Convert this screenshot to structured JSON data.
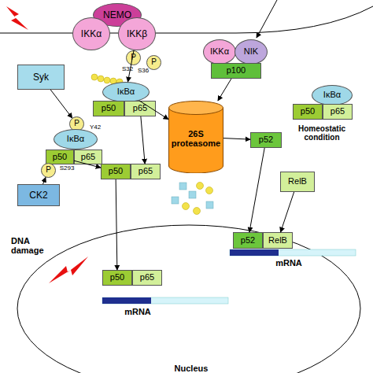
{
  "diagram": {
    "nodes": [
      {
        "text": [
          "NEMO"
        ]
      },
      {
        "text": [
          "IKKα"
        ]
      },
      {
        "text": [
          "IKKβ"
        ]
      },
      {
        "text": [
          "P"
        ]
      },
      {
        "text": [
          "P"
        ]
      },
      {
        "text": [
          "IκBα"
        ]
      },
      {
        "text": [
          "p50"
        ]
      },
      {
        "text": [
          "p65"
        ]
      },
      {
        "text": [
          "IKKα"
        ]
      },
      {
        "text": [
          "NIK"
        ]
      },
      {
        "text": [
          "p100"
        ]
      },
      {
        "text": [
          "Syk"
        ]
      },
      {
        "text": [
          "P"
        ]
      },
      {
        "text": [
          "IκBα"
        ]
      },
      {
        "text": [
          "p50"
        ]
      },
      {
        "text": [
          "p65"
        ]
      },
      {
        "text": [
          "P"
        ]
      },
      {
        "text": [
          "CK2"
        ]
      },
      {
        "text": [
          "26S proteasome"
        ]
      },
      {
        "text": [
          "IκBα"
        ]
      },
      {
        "text": [
          "p50"
        ]
      },
      {
        "text": [
          "p65"
        ]
      },
      {
        "text": [
          "p52"
        ]
      },
      {
        "text": [
          "RelB"
        ]
      },
      {
        "text": [
          "p50"
        ]
      },
      {
        "text": [
          "p65"
        ]
      },
      {
        "text": [
          "p50"
        ]
      },
      {
        "text": [
          "p65"
        ]
      },
      {
        "text": [
          "p52"
        ]
      },
      {
        "text": [
          "RelB"
        ]
      }
    ],
    "edges": [
      {
        "from": 2,
        "to": 5,
        "arrow": "to"
      },
      {
        "from": 11,
        "to": 12,
        "arrow": "to"
      },
      {
        "from": 17,
        "to": 16,
        "arrow": "to"
      },
      {
        "from": 14,
        "to": 24,
        "arrow": "to"
      },
      {
        "from": 7,
        "to": 25,
        "arrow": "to"
      },
      {
        "from": 5,
        "to": 18,
        "arrow": "to"
      },
      {
        "from": 10,
        "to": 18,
        "arrow": "to"
      },
      {
        "from": 18,
        "to": 22,
        "arrow": "to"
      },
      {
        "from": 22,
        "to": 28,
        "arrow": "to"
      },
      {
        "from": 23,
        "to": 29,
        "arrow": "to"
      },
      {
        "from": 24,
        "to": 26,
        "arrow": "to"
      }
    ],
    "labels": [
      "S32",
      "S36",
      "Y42",
      "S293",
      "Homeostatic condition",
      "DNA damage",
      "mRNA",
      "mRNA",
      "Nucleus"
    ]
  }
}
